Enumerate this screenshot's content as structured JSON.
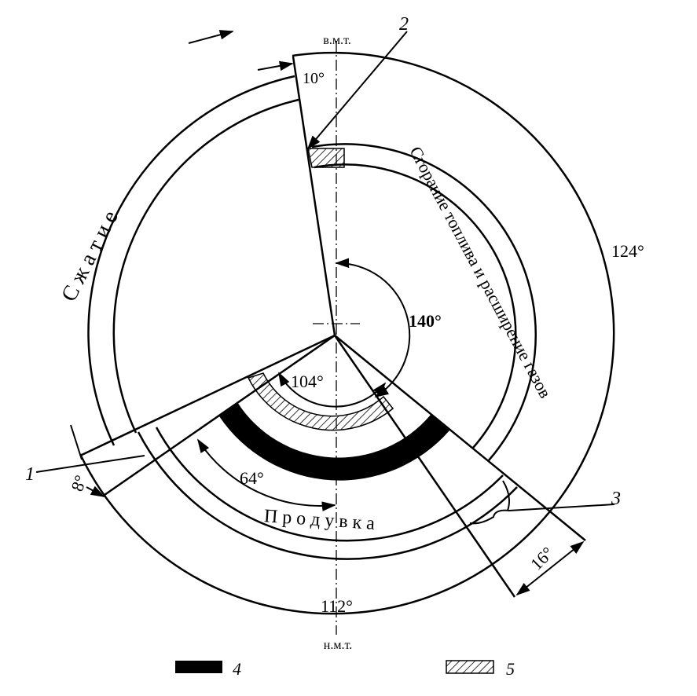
{
  "labels": {
    "tdc": "в.м.т.",
    "bdc": "н.м.т.",
    "compression": "С ж а т и е",
    "combustion": "Сгорание топлива и расширение газов",
    "scavenging": "П р о д у в к а",
    "angle_10": "10°",
    "angle_124": "124°",
    "angle_140": "140°",
    "angle_104": "104°",
    "angle_64": "64°",
    "angle_8": "8°",
    "angle_16": "16°",
    "angle_112": "112°",
    "ref_1": "1",
    "ref_2": "2",
    "ref_3": "3"
  },
  "legend": [
    {
      "number": "4",
      "pattern": "solid-black"
    },
    {
      "number": "5",
      "pattern": "hatched"
    }
  ]
}
